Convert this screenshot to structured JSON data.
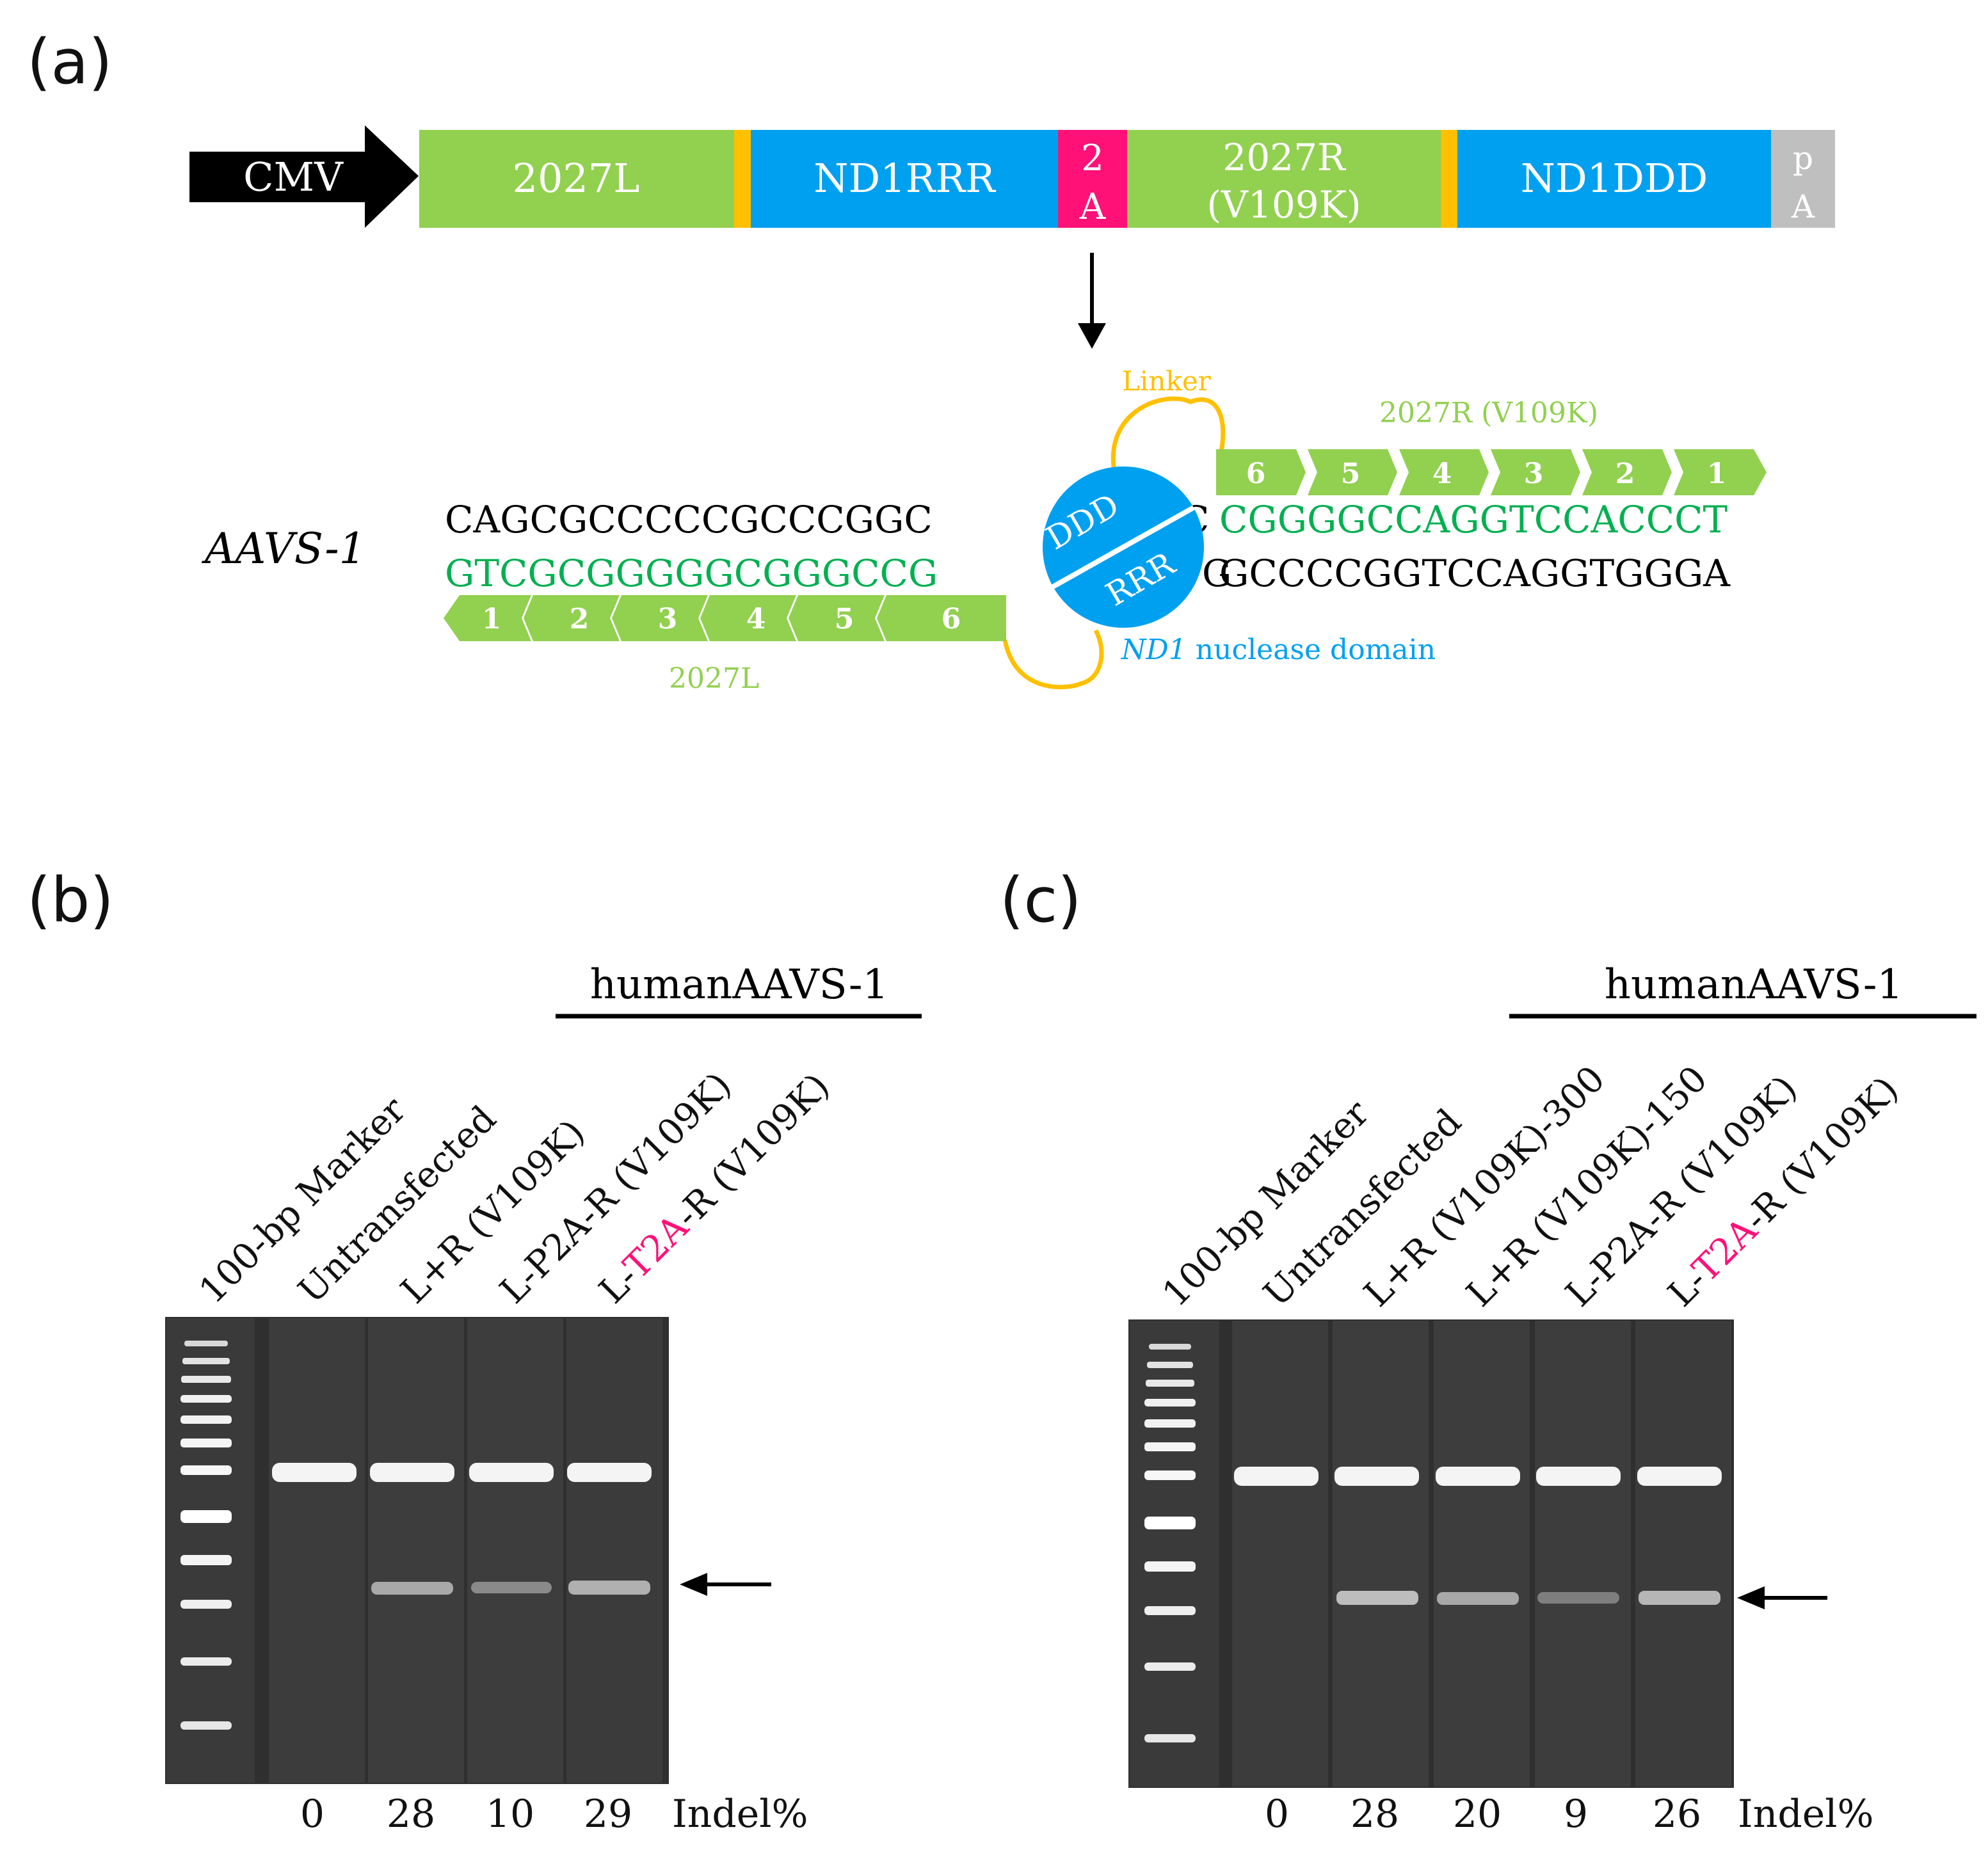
{
  "colors": {
    "green": "#92d050",
    "seq_green": "#00b050",
    "blue": "#00a0f0",
    "magenta": "#ff1178",
    "orange": "#ffc000",
    "gray": "#bfbfbf",
    "black": "#000000",
    "gel_bg": "#2e2e2e"
  },
  "panel_a": {
    "label": "(a)",
    "construct": {
      "promoter": "CMV",
      "seg_2027L": "2027L",
      "seg_nd1rrr": "ND1RRR",
      "seg_2a_top": "2",
      "seg_2a_bottom": "A",
      "seg_2027r_top": "2027R",
      "seg_2027r_bottom": "(V109K)",
      "seg_nd1ddd": "ND1DDD",
      "seg_pa_top": "p",
      "seg_pa_bottom": "A"
    },
    "target": {
      "locus": "AAVS-1",
      "top_left": "CAGCGCCCCCGCCCGGC",
      "top_mid": "C",
      "top_right": "CGGGGCCAGGTCCACCCT",
      "bottom_left": "GTCGCGGGGGCGGGCCG",
      "bottom_mid": "G",
      "bottom_right": "GCCCCGGTCCAGGTGGGA",
      "linker_label": "Linker",
      "label_2027r": "2027R (V109K)",
      "label_2027l": "2027L",
      "ddd": "DDD",
      "rrr": "RRR",
      "nuclease_italic": "ND1",
      "nuclease_rest": " nuclease domain",
      "right_modules": [
        "6",
        "5",
        "4",
        "3",
        "2",
        "1"
      ],
      "left_modules": [
        "1",
        "2",
        "3",
        "4",
        "5",
        "6"
      ]
    }
  },
  "panel_b": {
    "label": "(b)",
    "group_label": "humanAAVS-1",
    "lanes": [
      {
        "pre": "100-bp Marker",
        "hl": "",
        "post": ""
      },
      {
        "pre": "Untransfected",
        "hl": "",
        "post": ""
      },
      {
        "pre": "L+R (V109K)",
        "hl": "",
        "post": ""
      },
      {
        "pre": "L-P2A-R (V109K)",
        "hl": "",
        "post": ""
      },
      {
        "pre": "L-",
        "hl": "T2A",
        "post": "-R (V109K)"
      }
    ],
    "indel_values": [
      "0",
      "28",
      "10",
      "29"
    ],
    "indel_label": "Indel%"
  },
  "panel_c": {
    "label": "(c)",
    "group_label": "humanAAVS-1",
    "lanes": [
      {
        "pre": "100-bp Marker",
        "hl": "",
        "post": ""
      },
      {
        "pre": "Untransfected",
        "hl": "",
        "post": ""
      },
      {
        "pre": "L+R (V109K)-300",
        "hl": "",
        "post": ""
      },
      {
        "pre": "L+R (V109K)-150",
        "hl": "",
        "post": ""
      },
      {
        "pre": "L-P2A-R (V109K)",
        "hl": "",
        "post": ""
      },
      {
        "pre": "L-",
        "hl": "T2A",
        "post": "-R (V109K)"
      }
    ],
    "indel_values": [
      "0",
      "28",
      "20",
      "9",
      "26"
    ],
    "indel_label": "Indel%"
  }
}
